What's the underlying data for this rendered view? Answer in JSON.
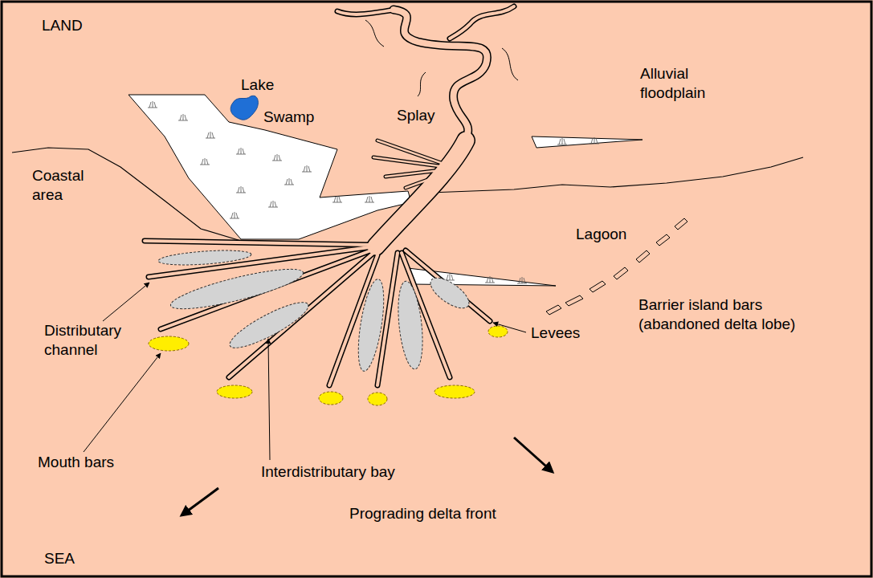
{
  "diagram": {
    "labels": [
      "LAND",
      "Lake",
      "Swamp",
      "Splay",
      "Alluvial floodplain",
      "Coastal area",
      "Lagoon",
      "Barrier island bars (abandoned delta lobe)",
      "Distributary channel",
      "Levees",
      "Mouth bars",
      "Interdistributary bay",
      "Prograding delta front",
      "SEA"
    ]
  }
}
